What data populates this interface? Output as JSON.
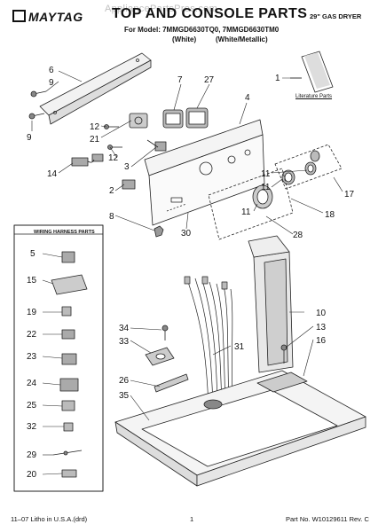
{
  "header": {
    "brand": "MAYTAG",
    "watermark": "AppliancePartsPros.com",
    "title": "TOP AND CONSOLE PARTS",
    "dryer_type": "29\" GAS DRYER",
    "model_line": "For Model: 7MMGD6630TQ0, 7MMGD6630TM0",
    "variant_1": "(White)",
    "variant_2": "(White/Metallic)"
  },
  "labels": {
    "literature_parts": "Literature Parts",
    "wiring_harness_parts": "WIRING HARNESS PARTS"
  },
  "callouts": {
    "main": [
      "6",
      "9",
      "9",
      "7",
      "27",
      "4",
      "1",
      "12",
      "21",
      "12",
      "3",
      "14",
      "2",
      "8",
      "30",
      "11",
      "11",
      "11",
      "17",
      "18",
      "28",
      "10",
      "13",
      "16",
      "34",
      "33",
      "31",
      "26",
      "35"
    ],
    "harness": [
      "5",
      "15",
      "19",
      "22",
      "23",
      "24",
      "25",
      "32",
      "29",
      "20"
    ]
  },
  "footer": {
    "left": "11–07 Litho in U.S.A.(drd)",
    "center": "1",
    "right": "Part No. W10129611 Rev. C"
  }
}
